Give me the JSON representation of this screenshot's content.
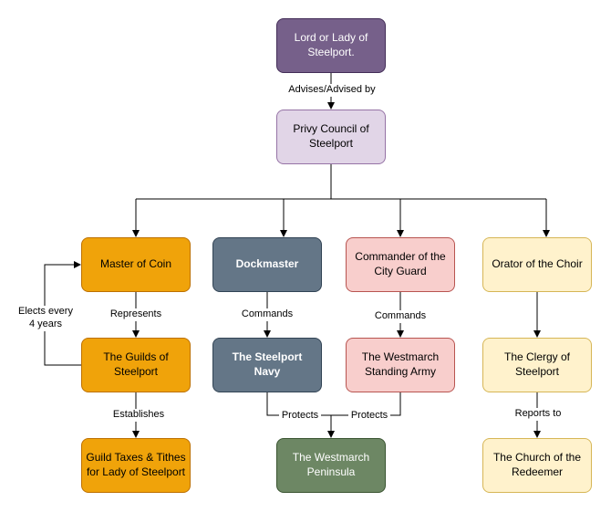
{
  "nodes": {
    "lord": "Lord or Lady of Steelport.",
    "privy": "Privy Council of Steelport",
    "coin": "Master of Coin",
    "dock": "Dockmaster",
    "cmdr": "Commander of the City Guard",
    "orator": "Orator of the Choir",
    "guilds": "The Guilds of Steelport",
    "navy": "The Steelport Navy",
    "army": "The Westmarch Standing Army",
    "clergy": "The Clergy of Steelport",
    "taxes": "Guild Taxes & Tithes for Lady of Steelport",
    "penin": "The Westmarch Peninsula",
    "church": "The Church of the Redeemer"
  },
  "edge_labels": {
    "advises": "Advises/Advised by",
    "represents": "Represents",
    "elects": "Elects every 4 years",
    "establishes": "Establishes",
    "commands_dock": "Commands",
    "commands_cmdr": "Commands",
    "protects_navy": "Protects",
    "protects_army": "Protects",
    "reports": "Reports to"
  }
}
